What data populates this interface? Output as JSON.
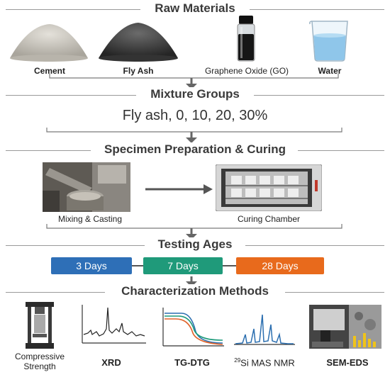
{
  "raw_materials": {
    "title": "Raw Materials",
    "items": [
      "Cement",
      "Fly Ash",
      "Graphene Oxide (GO)",
      "Water"
    ]
  },
  "mixture_groups": {
    "title": "Mixture Groups",
    "text": "Fly ash, 0, 10, 20, 30%"
  },
  "specimen": {
    "title": "Specimen Preparation & Curing",
    "steps": [
      "Mixing & Casting",
      "Curing Chamber"
    ]
  },
  "testing": {
    "title": "Testing Ages",
    "ages": [
      "3 Days",
      "7 Days",
      "28 Days"
    ],
    "colors": [
      "#2e6fb7",
      "#1f9a7a",
      "#e86a1c"
    ]
  },
  "characterization": {
    "title": "Characterization Methods",
    "methods": [
      "Compressive Strength",
      "XRD",
      "TG-DTG",
      "Si MAS NMR",
      "SEM-EDS"
    ],
    "nmr_superscript": "29"
  }
}
